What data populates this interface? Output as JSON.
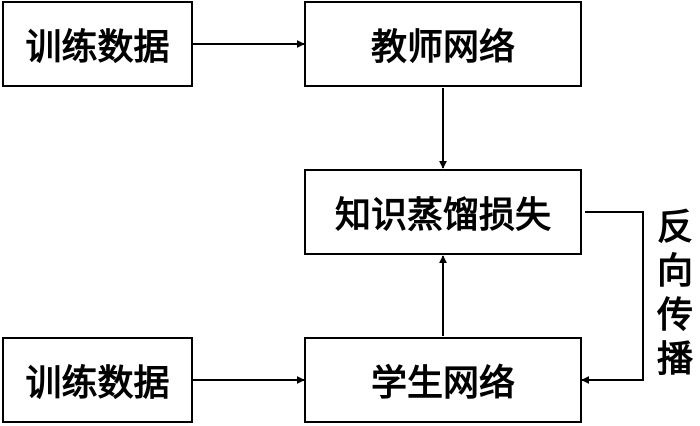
{
  "diagram": {
    "nodes": {
      "train_data_top": "训练数据",
      "teacher_net": "教师网络",
      "kd_loss": "知识蒸馏损失",
      "train_data_bottom": "训练数据",
      "student_net": "学生网络"
    },
    "edge_label": [
      "反",
      "向",
      "传",
      "播"
    ],
    "stroke_color": "#000000"
  }
}
